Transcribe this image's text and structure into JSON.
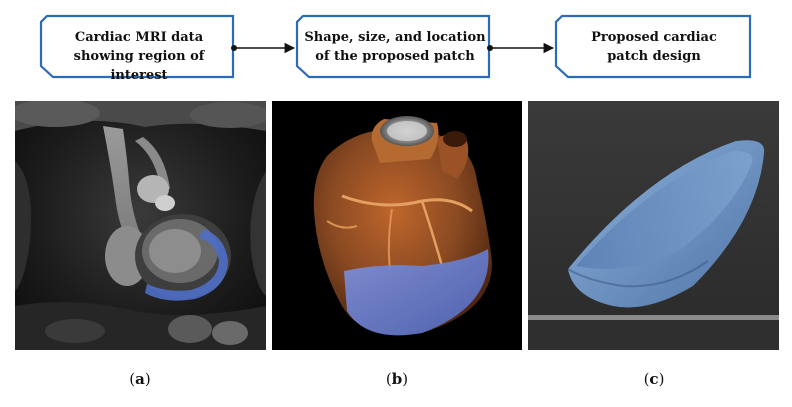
{
  "flow": {
    "step1": {
      "line1": "Cardiac MRI data",
      "line2": "showing region of interest"
    },
    "step2": {
      "line1": "Shape, size, and location",
      "line2": "of the proposed patch"
    },
    "step3": {
      "line1": "Proposed cardiac",
      "line2": "patch design"
    }
  },
  "panels": {
    "a": {
      "letter": "a",
      "content": "MRI slice with highlighted region"
    },
    "b": {
      "letter": "b",
      "content": "3D heart render with patch region"
    },
    "c": {
      "letter": "c",
      "content": "3D patch model"
    }
  },
  "colors": {
    "box_border": "#2b6cb5",
    "arrow": "#111111",
    "patch_overlay": "#4f6fc8",
    "heart": "#8a4a22",
    "patch_model": "#6f95c4",
    "render_bg": "#333333"
  }
}
